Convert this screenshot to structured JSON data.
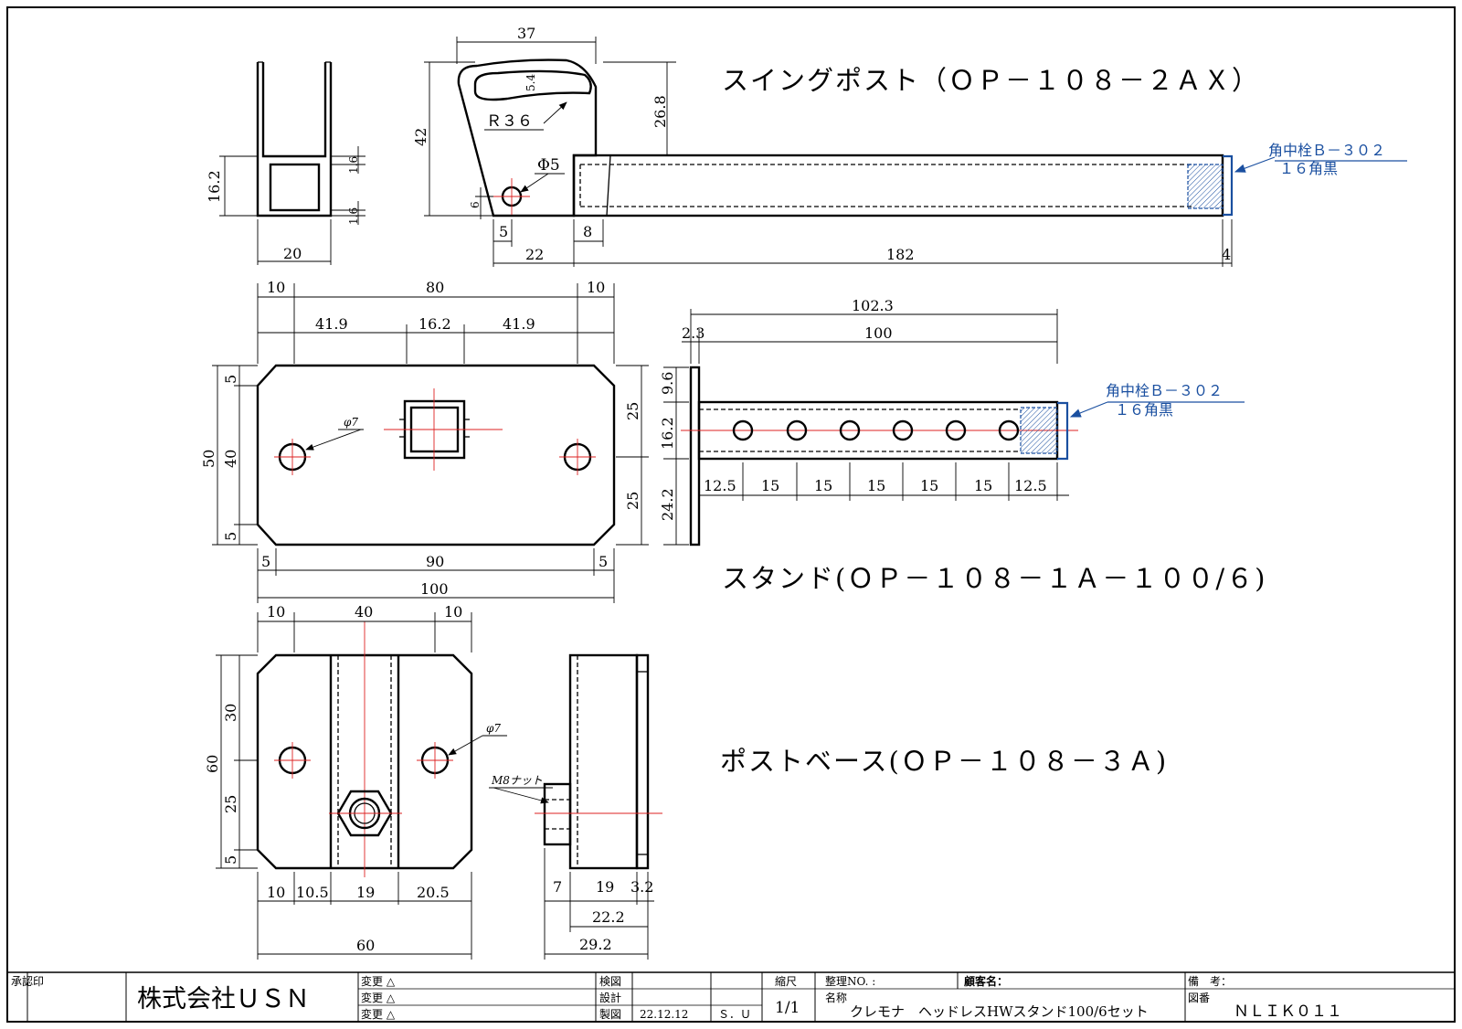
{
  "titles": {
    "swing_post": "スイングポスト（ＯＰ－１０８－２ＡＸ）",
    "stand": "スタンド(ＯＰ－１０８－１Ａ－１００/６)",
    "post_base": "ポストベース(ＯＰ－１０８－３Ａ)"
  },
  "notes": {
    "peg_line1": "角中栓Ｂ－３０２",
    "peg_line2": "１６角黒",
    "hole_phi7": "φ7",
    "hole_phi5": "Φ5",
    "radius": "Ｒ３６",
    "nut": "M8ナット"
  },
  "swing_post_dims": {
    "top_length": "37",
    "slot_width": "5.4",
    "height": "42",
    "arm_offset": "26.8",
    "hole_offset": "6",
    "hole_from_left": "5",
    "tube_wall": "8",
    "head_length": "22",
    "tube_length": "182",
    "cap": "4"
  },
  "side_view_dims": {
    "height": "16.2",
    "wall_top": "1.6",
    "wall_bottom": "1.6",
    "width": "20"
  },
  "plate_dims": {
    "edge_left": "10",
    "span": "80",
    "edge_right": "10",
    "seg_left": "41.9",
    "seg_mid": "16.2",
    "seg_right": "41.9",
    "chamfer_top": "5",
    "height_inner": "40",
    "height_total": "50",
    "chamfer_bottom": "5",
    "upper_half": "25",
    "lower_half": "25",
    "bottom_left": "5",
    "bottom_mid": "90",
    "bottom_right": "5",
    "total_width": "100"
  },
  "stand_dims": {
    "overall": "102.3",
    "plate": "2.3",
    "tube": "100",
    "top": "9.6",
    "tube_height": "16.2",
    "bottom": "24.2",
    "hole_pitch": [
      "12.5",
      "15",
      "15",
      "15",
      "15",
      "15",
      "12.5"
    ]
  },
  "base_dims": {
    "top_left": "10",
    "top_mid": "40",
    "top_right": "10",
    "upper": "30",
    "total_height": "60",
    "lower": "25",
    "chamfer": "5",
    "bottom_segments": [
      "10",
      "10.5",
      "19",
      "20.5"
    ],
    "total_width": "60",
    "side_segments": [
      "7",
      "19",
      "3.2"
    ],
    "side_width_1": "22.2",
    "side_width_2": "29.2"
  },
  "title_block": {
    "approval_label": "承認印",
    "company": "株式会社ＵＳＮ",
    "change_label": "変更",
    "change_mark": "△",
    "inspect_label": "検図",
    "design_label": "設計",
    "drawn_label": "製図",
    "drawn_date": "22.12.12",
    "drawn_by": "Ｓ．Ｕ",
    "scale_label": "縮尺",
    "scale_value": "1/1",
    "number_label": "整理NO. :",
    "name_label": "名称",
    "name_value": "クレモナ　ヘッドレスHWスタンド100/6セット",
    "customer_label": "顧客名：",
    "remarks_label": "備　考：",
    "drawing_no_label": "図番",
    "drawing_no": "ＮＬＩＫ０１１"
  }
}
